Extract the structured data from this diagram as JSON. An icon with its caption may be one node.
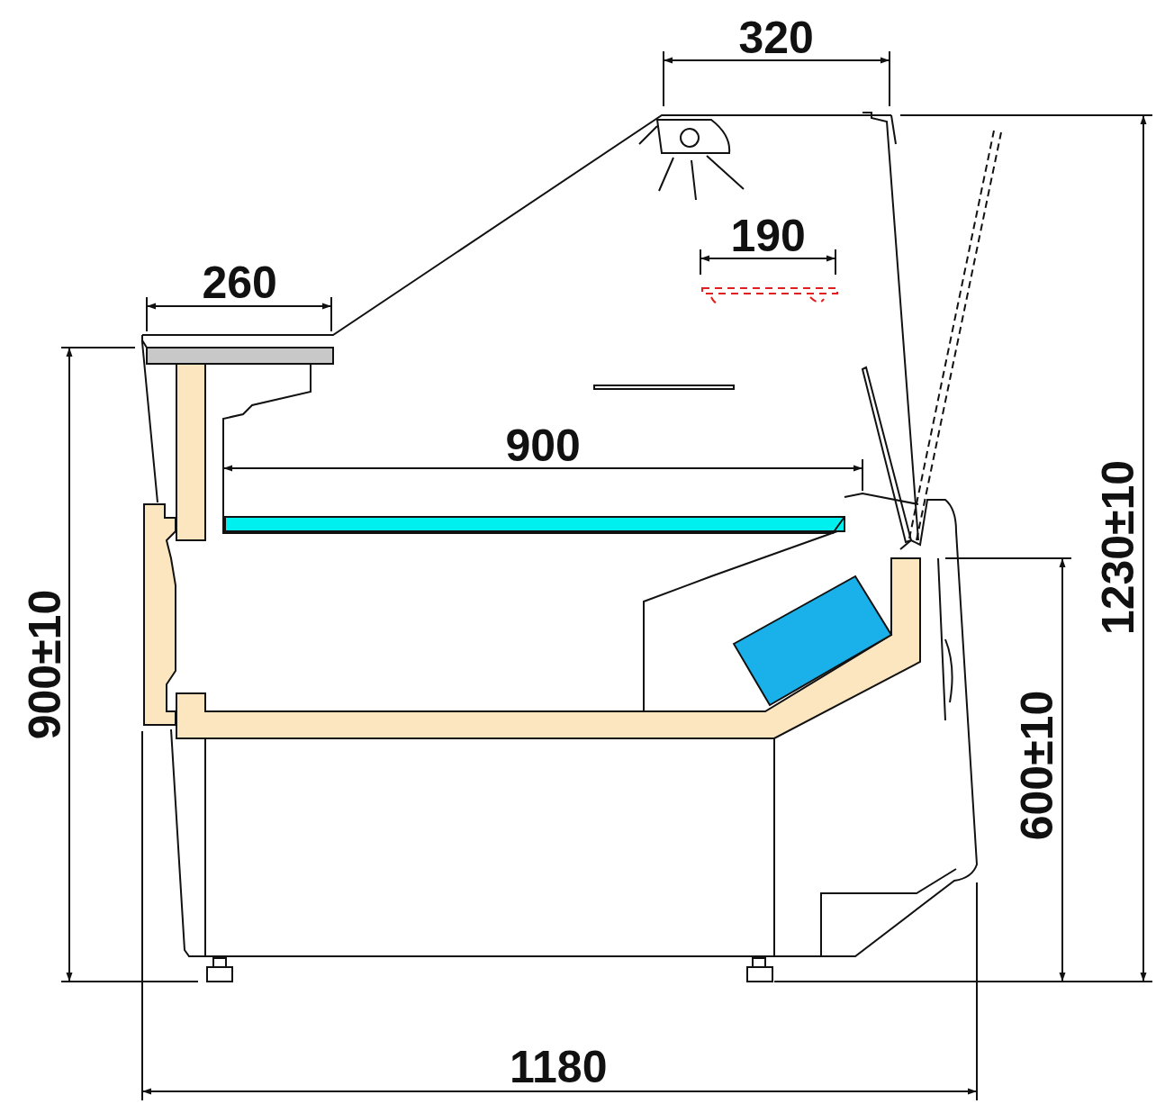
{
  "diagram": {
    "labels": [
      "320",
      "190",
      "260",
      "900",
      "1230±10",
      "900±10",
      "600±10",
      "1180"
    ]
  }
}
